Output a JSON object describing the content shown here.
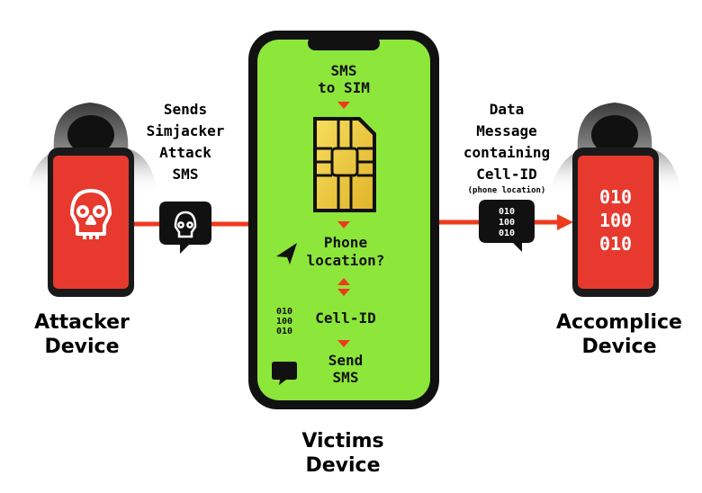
{
  "attacker": {
    "label_line1": "Attacker",
    "label_line2": "Device"
  },
  "attack_message": {
    "line1": "Sends",
    "line2": "Simjacker",
    "line3": "Attack",
    "line4": "SMS"
  },
  "victim": {
    "label_line1": "Victims",
    "label_line2": "Device",
    "step_sms_line1": "SMS",
    "step_sms_line2": "to SIM",
    "step_location_line1": "Phone",
    "step_location_line2": "location?",
    "step_cellid": "Cell-ID",
    "step_send_line1": "Send",
    "step_send_line2": "SMS",
    "binary": [
      "010",
      "100",
      "010"
    ]
  },
  "data_message": {
    "line1": "Data",
    "line2": "Message",
    "line3": "containing",
    "line4": "Cell-ID",
    "note": "(phone location)",
    "binary": [
      "010",
      "100",
      "010"
    ]
  },
  "accomplice": {
    "label_line1": "Accomplice",
    "label_line2": "Device",
    "binary": [
      "010",
      "100",
      "010"
    ]
  },
  "colors": {
    "arrow": "#ef3a1d",
    "phone_red": "#e8392e",
    "screen_green": "#8de63a",
    "sim_gold": "#f0cf45",
    "hood_gray": "#6b6b6b"
  }
}
